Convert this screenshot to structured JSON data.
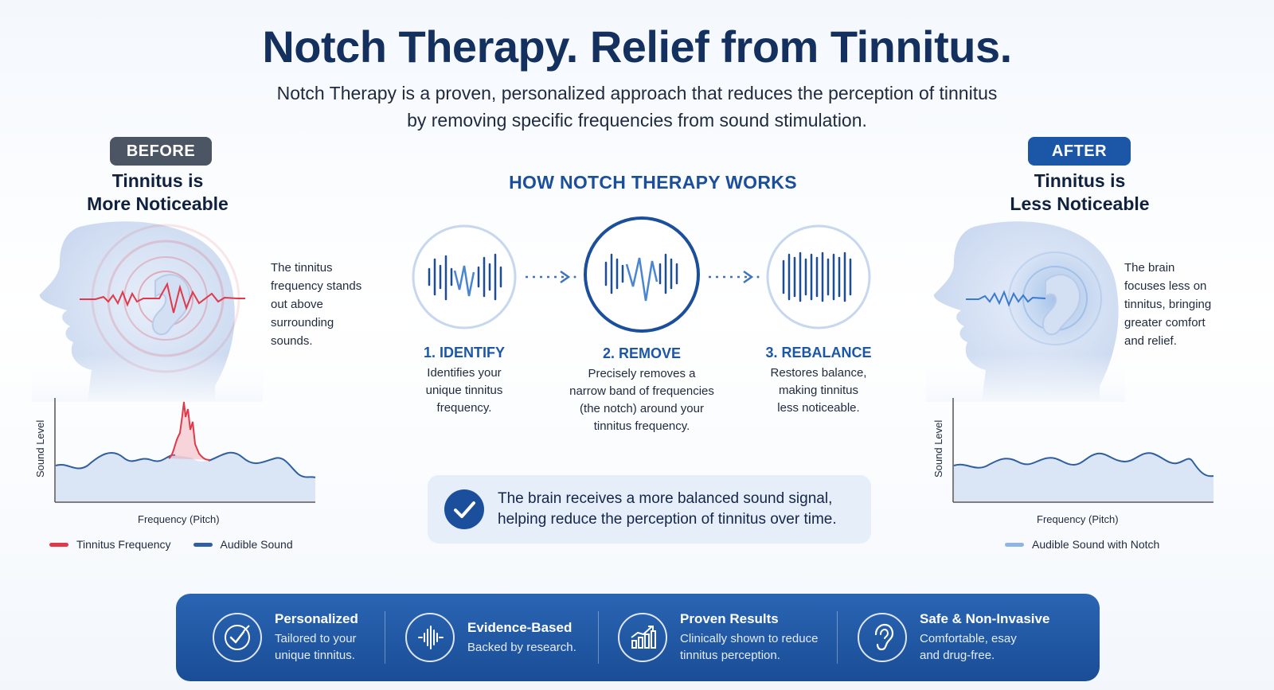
{
  "header": {
    "title": "Notch Therapy. Relief from Tinnitus.",
    "subtitle_line1": "Notch Therapy is a proven, personalized approach that reduces the perception of tinnitus",
    "subtitle_line2": "by removing specific frequencies from sound stimulation."
  },
  "before": {
    "badge": "BEFORE",
    "heading_line1": "Tinnitus is",
    "heading_line2": "More Noticeable",
    "desc_lines": [
      "The tinnitus",
      "frequency stands",
      "out above",
      "surrounding",
      "sounds."
    ],
    "chart_ylabel": "Sound Level",
    "chart_xlabel": "Frequency (Pitch)",
    "legend": [
      {
        "label": "Tinnitus Frequency",
        "color": "#e0394a"
      },
      {
        "label": "Audible Sound",
        "color": "#2f5f9e"
      }
    ]
  },
  "after": {
    "badge": "AFTER",
    "heading_line1": "Tinnitus is",
    "heading_line2": "Less Noticeable",
    "desc_lines": [
      "The brain",
      "focuses less on",
      "tinnitus, bringing",
      "greater comfort",
      "and relief."
    ],
    "chart_ylabel": "Sound Level",
    "chart_xlabel": "Frequency (Pitch)",
    "legend": [
      {
        "label": "Audible Sound with Notch",
        "color": "#8fb6e3"
      }
    ]
  },
  "how": {
    "title": "HOW NOTCH THERAPY WORKS",
    "steps": [
      {
        "label": "1. IDENTIFY",
        "desc_lines": [
          "Identifies your",
          "unique tinnitus",
          "frequency."
        ]
      },
      {
        "label": "2. REMOVE",
        "desc_lines": [
          "Precisely removes a",
          "narrow band of frequencies",
          "(the notch) around your",
          "tinnitus frequency."
        ]
      },
      {
        "label": "3. REBALANCE",
        "desc_lines": [
          "Restores balance,",
          "making tinnitus",
          "less noticeable."
        ]
      }
    ]
  },
  "summary": {
    "line1": "The brain receives a more balanced sound signal,",
    "line2": "helping reduce the perception of tinnitus over time.",
    "icon": "checkmark-icon"
  },
  "features": [
    {
      "title": "Personalized",
      "desc_lines": [
        "Tailored to your",
        "unique tinnitus."
      ],
      "icon": "target-check-icon"
    },
    {
      "title": "Evidence-Based",
      "desc_lines": [
        "Backed by research."
      ],
      "icon": "sound-wave-icon"
    },
    {
      "title": "Proven Results",
      "desc_lines": [
        "Clinically shown to reduce",
        "tinnitus perception."
      ],
      "icon": "bar-chart-icon"
    },
    {
      "title": "Safe & Non-Invasive",
      "desc_lines": [
        "Comfortable, esay",
        "and drug-free."
      ],
      "icon": "ear-icon"
    }
  ],
  "colors": {
    "primary": "#1b57a6",
    "dark_navy": "#13305e",
    "tinnitus_red": "#e0394a",
    "badge_gray": "#4b5563"
  }
}
